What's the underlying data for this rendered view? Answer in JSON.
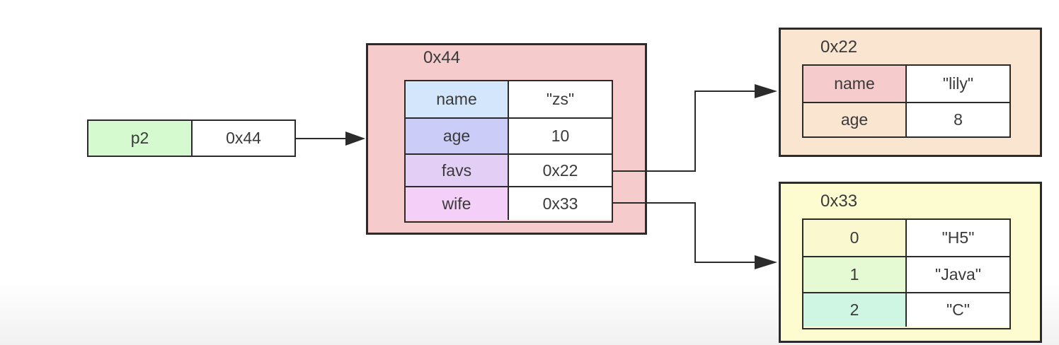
{
  "variable": {
    "name": "p2",
    "value": "0x44",
    "name_color": "#d5fad0",
    "border_color": "#2b2b2b"
  },
  "objects": {
    "person": {
      "address": "0x44",
      "bg_color": "#f5cbcb",
      "rows": [
        {
          "key": "name",
          "value": "\"zs\"",
          "key_color": "#d3e6fb"
        },
        {
          "key": "age",
          "value": "10",
          "key_color": "#ccccf8"
        },
        {
          "key": "favs",
          "value": "0x22",
          "key_color": "#e3cff5"
        },
        {
          "key": "wife",
          "value": "0x33",
          "key_color": "#f4cff7"
        }
      ]
    },
    "wife_obj": {
      "address": "0x22",
      "bg_color": "#fae5d0",
      "rows": [
        {
          "key": "name",
          "value": "\"lily\"",
          "key_color": "#f5cbcb"
        },
        {
          "key": "age",
          "value": "8",
          "key_color": "#fae5d0"
        }
      ]
    },
    "favs_arr": {
      "address": "0x33",
      "bg_color": "#fdfbd0",
      "rows": [
        {
          "key": "0",
          "value": "\"H5\"",
          "key_color": "#f9f8cf"
        },
        {
          "key": "1",
          "value": "\"Java\"",
          "key_color": "#e5f9d3"
        },
        {
          "key": "2",
          "value": "\"C\"",
          "key_color": "#cff5e3"
        }
      ]
    }
  },
  "arrow_color": "#2b2b2b"
}
